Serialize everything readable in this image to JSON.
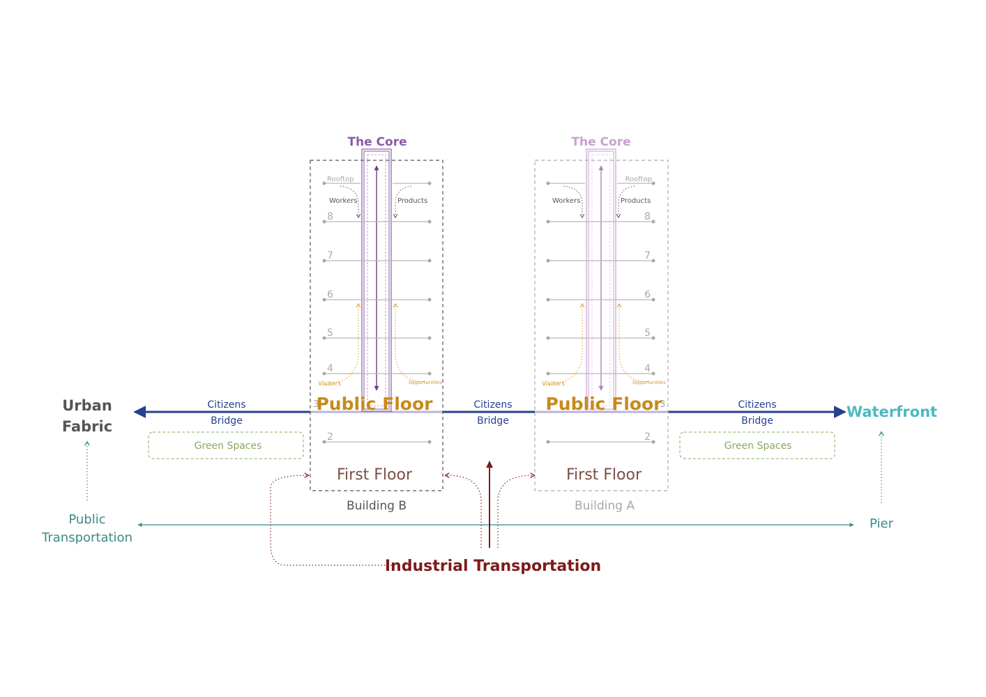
{
  "diagram": {
    "left_label_line1": "Urban",
    "left_label_line2": "Fabric",
    "right_label": "Waterfront",
    "bridges": [
      {
        "line1": "Citizens",
        "line2": "Bridge"
      },
      {
        "line1": "Citizens",
        "line2": "Bridge"
      },
      {
        "line1": "Citizens",
        "line2": "Bridge"
      }
    ],
    "green_spaces": [
      "Green Spaces",
      "Green Spaces"
    ],
    "public_transport_line1": "Public",
    "public_transport_line2": "Transportation",
    "pier_label": "Pier",
    "industrial_label": "Industrial Transportation",
    "buildings": [
      {
        "core_label": "The Core",
        "public_floor": "Public Floor",
        "first_floor": "First Floor",
        "name": "Building B",
        "rooftop": "Rooftop",
        "workers": "Workers",
        "products": "Products",
        "visitors": "Visitors",
        "opportunities": "Opportunities",
        "floor_numbers": [
          "8",
          "7",
          "6",
          "5",
          "4",
          "3",
          "2"
        ]
      },
      {
        "core_label": "The Core",
        "public_floor": "Public Floor",
        "first_floor": "First Floor",
        "name": "Building A",
        "rooftop": "Rooftop",
        "workers": "Workers",
        "products": "Products",
        "visitors": "Visitors",
        "opportunities": "Opportunities",
        "floor_numbers": [
          "8",
          "7",
          "6",
          "5",
          "4",
          "3",
          "2"
        ]
      }
    ]
  },
  "colors": {
    "urban": "#555555",
    "waterfront": "#4fb8c0",
    "bridge": "#24408e",
    "green": "#8aa861",
    "teal": "#3a8a87",
    "industrial": "#7d1a1a",
    "public_floor": "#c98a1b",
    "core_b": "#8a5aa8",
    "core_a": "#c9a0d0",
    "first_floor": "#7a4f45",
    "floor_gray": "#a8a8a8"
  }
}
